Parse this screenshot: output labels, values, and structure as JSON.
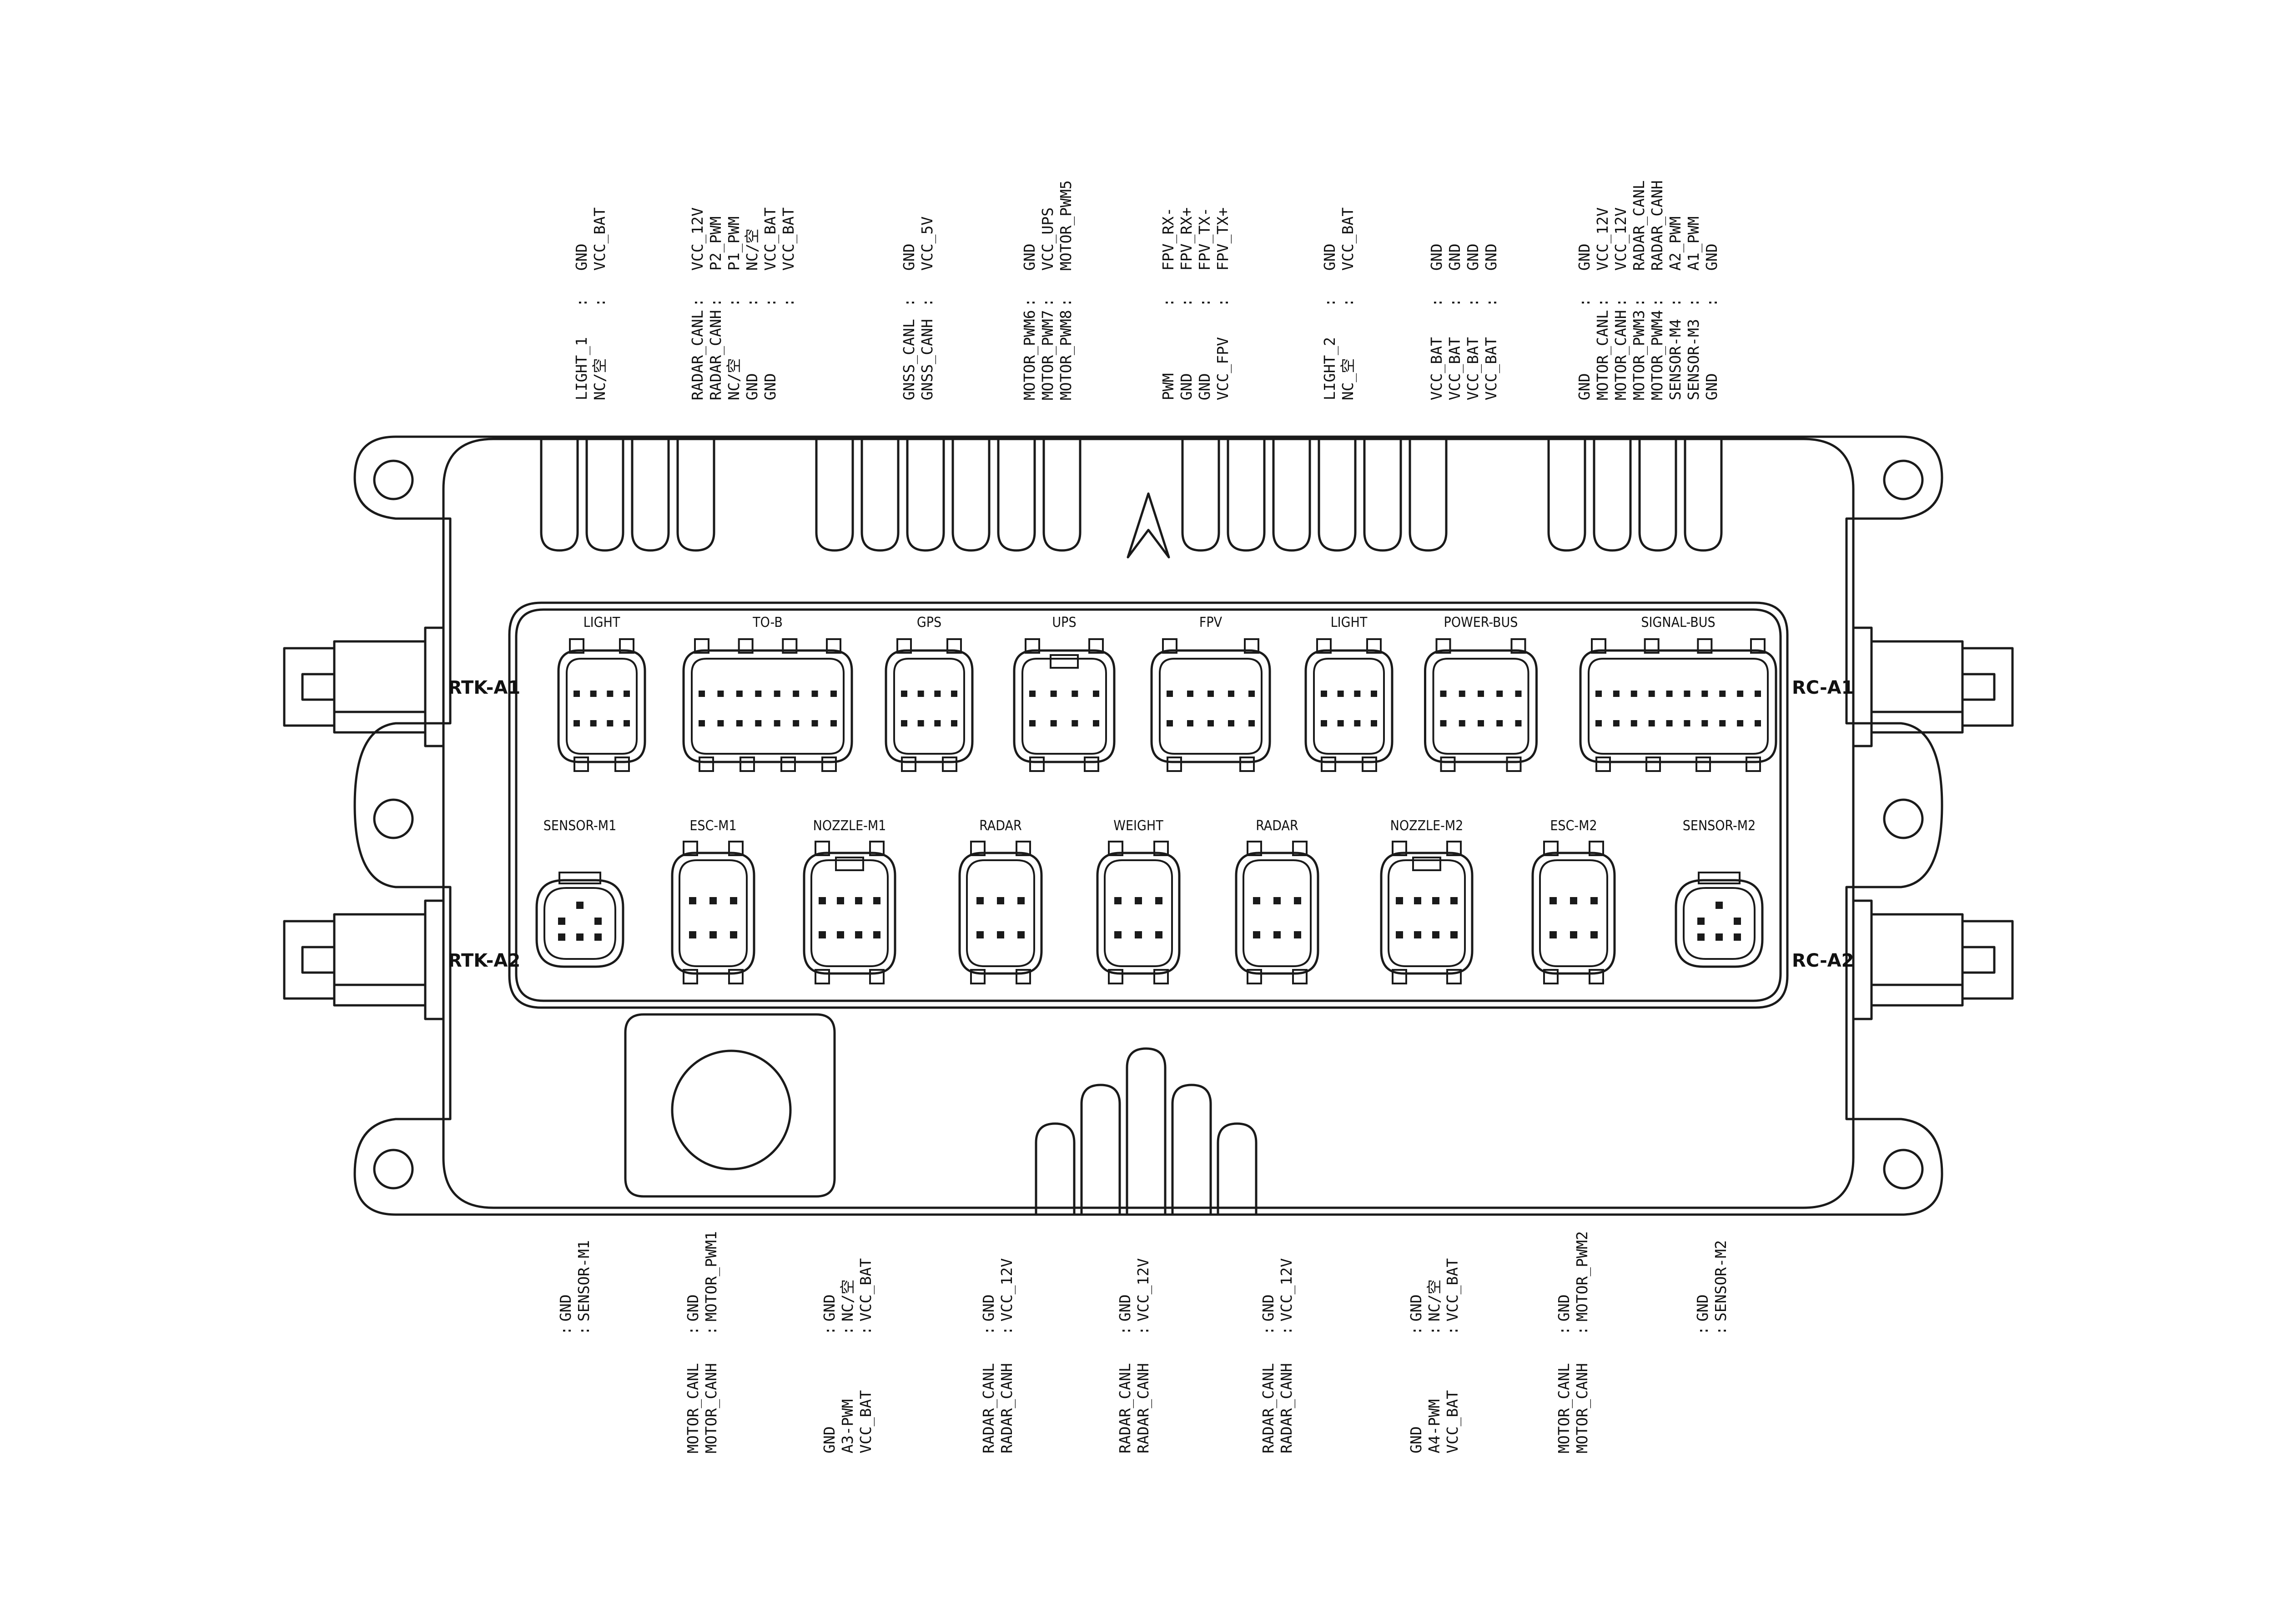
{
  "side_labels": {
    "rtk_a1": "RTK-A1",
    "rtk_a2": "RTK-A2",
    "rc_a1": "RC-A1",
    "rc_a2": "RC-A2"
  },
  "top_row": [
    {
      "name": "LIGHT",
      "pins": 8,
      "style": "narrow"
    },
    {
      "name": "TO-B",
      "pins": 16,
      "style": "wide"
    },
    {
      "name": "GPS",
      "pins": 8,
      "style": "narrow"
    },
    {
      "name": "UPS",
      "pins": 8,
      "style": "keyed"
    },
    {
      "name": "FPV",
      "pins": 10,
      "style": "mid"
    },
    {
      "name": "LIGHT",
      "pins": 8,
      "style": "narrow"
    },
    {
      "name": "POWER-BUS",
      "pins": 10,
      "style": "mid"
    },
    {
      "name": "SIGNAL-BUS",
      "pins": 20,
      "style": "wide"
    }
  ],
  "bottom_row": [
    {
      "name": "SENSOR-M1",
      "style": "round"
    },
    {
      "name": "ESC-M1",
      "style": "six"
    },
    {
      "name": "NOZZLE-M1",
      "style": "keyed"
    },
    {
      "name": "RADAR",
      "style": "six"
    },
    {
      "name": "WEIGHT",
      "style": "six"
    },
    {
      "name": "RADAR",
      "style": "six"
    },
    {
      "name": "NOZZLE-M2",
      "style": "keyed"
    },
    {
      "name": "ESC-M2",
      "style": "six"
    },
    {
      "name": "SENSOR-M2",
      "style": "round"
    }
  ],
  "top_pinouts": [
    {
      "id": "light-1",
      "left": [
        "LIGHT_1",
        "NC/空"
      ],
      "right": [
        "GND",
        "VCC_BAT"
      ]
    },
    {
      "id": "to-b",
      "left": [
        "RADAR_CANL",
        "RADAR_CANH",
        "NC/空",
        "GND",
        "GND"
      ],
      "right": [
        "VCC_12V",
        "P2_PWM",
        "P1_PWM",
        "NC/空",
        "VCC_BAT",
        "VCC_BAT"
      ]
    },
    {
      "id": "gps",
      "left": [
        "GNSS_CANL",
        "GNSS_CANH"
      ],
      "right": [
        "GND",
        "VCC_5V"
      ]
    },
    {
      "id": "ups",
      "left": [
        "MOTOR_PWM6",
        "MOTOR_PWM7",
        "MOTOR_PWM8"
      ],
      "right": [
        "GND",
        "VCC_UPS",
        "MOTOR_PWM5"
      ]
    },
    {
      "id": "fpv",
      "left": [
        "PWM",
        "GND",
        "GND",
        "VCC_FPV"
      ],
      "right": [
        "FPV_RX-",
        "FPV_RX+",
        "FPV_TX-",
        "FPV_TX+"
      ]
    },
    {
      "id": "light-2",
      "left": [
        "LIGHT_2",
        "NC_空"
      ],
      "right": [
        "GND",
        "VCC_BAT"
      ]
    },
    {
      "id": "power-bus",
      "left": [
        "VCC_BAT",
        "VCC_BAT",
        "VCC_BAT",
        "VCC_BAT"
      ],
      "right": [
        "GND",
        "GND",
        "GND",
        "GND"
      ]
    },
    {
      "id": "signal-bus",
      "left": [
        "GND",
        "MOTOR_CANL",
        "MOTOR_CANH",
        "MOTOR_PWM3",
        "MOTOR_PWM4",
        "SENSOR-M4",
        "SENSOR-M3",
        "GND"
      ],
      "right": [
        "GND",
        "VCC_12V",
        "VCC_12V",
        "RADAR_CANL",
        "RADAR_CANH",
        "A2_PWM",
        "A1_PWM",
        "GND"
      ]
    }
  ],
  "bottom_pinouts": [
    {
      "id": "sensor-m1",
      "top": [
        "GND",
        "SENSOR-M1"
      ],
      "bottom": []
    },
    {
      "id": "esc-m1",
      "top": [
        "GND",
        "MOTOR_PWM1"
      ],
      "bottom": [
        "MOTOR_CANL",
        "MOTOR_CANH"
      ]
    },
    {
      "id": "nozzle-m1",
      "top": [
        "GND",
        "NC/空",
        "VCC_BAT"
      ],
      "bottom": [
        "GND",
        "A3-PWM",
        "VCC_BAT"
      ]
    },
    {
      "id": "radar-1",
      "top": [
        "GND",
        "VCC_12V"
      ],
      "bottom": [
        "RADAR_CANL",
        "RADAR_CANH"
      ]
    },
    {
      "id": "weight",
      "top": [
        "GND",
        "VCC_12V"
      ],
      "bottom": [
        "RADAR_CANL",
        "RADAR_CANH"
      ]
    },
    {
      "id": "radar-2",
      "top": [
        "GND",
        "VCC_12V"
      ],
      "bottom": [
        "RADAR_CANL",
        "RADAR_CANH"
      ]
    },
    {
      "id": "nozzle-m2",
      "top": [
        "GND",
        "NC/空",
        "VCC_BAT"
      ],
      "bottom": [
        "GND",
        "A4-PWM",
        "VCC_BAT"
      ]
    },
    {
      "id": "esc-m2",
      "top": [
        "GND",
        "MOTOR_PWM2"
      ],
      "bottom": [
        "MOTOR_CANL",
        "MOTOR_CANH"
      ]
    },
    {
      "id": "sensor-m2",
      "top": [
        "GND",
        "SENSOR-M2"
      ],
      "bottom": []
    }
  ]
}
